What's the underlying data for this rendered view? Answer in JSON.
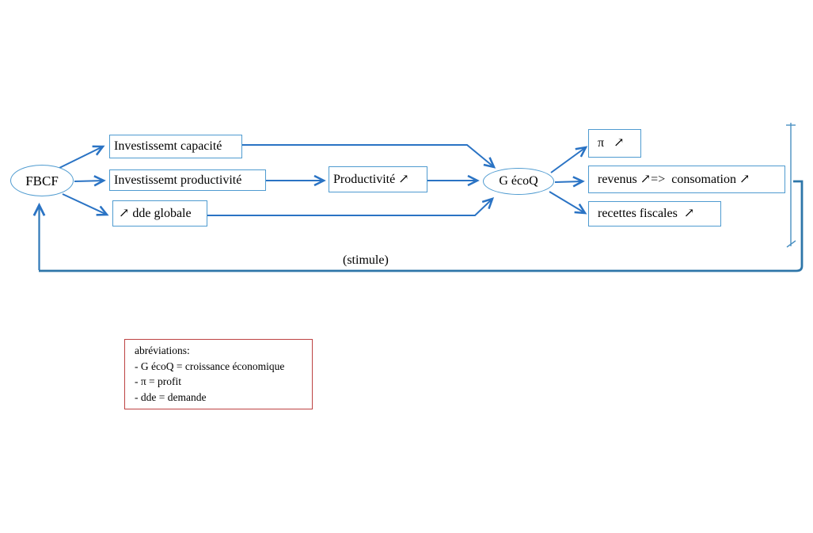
{
  "nodes": {
    "fbcf": "FBCF",
    "inv_capacite": "Investissemt capacité",
    "inv_productivite": "Investissemt productivité",
    "dde_globale": "↗ dde globale",
    "productivite": "Productivité ↗",
    "g_ecoq": "G écoQ",
    "profit": "π   ↗",
    "revenus": "revenus ↗=>  consomation ↗",
    "recettes_fiscales": "recettes fiscales  ↗"
  },
  "feedback": {
    "label": "(stimule)"
  },
  "legend": {
    "title": "abréviations:",
    "items": [
      "- G écoQ = croissance économique",
      "- π = profit",
      "- dde = demande"
    ]
  },
  "colors": {
    "arrow_blue": "#2a73c4",
    "loop_blue": "#2e76a9",
    "node_border_blue": "#4f9bd0",
    "legend_border_red": "#bd4242",
    "text": "#000000"
  }
}
